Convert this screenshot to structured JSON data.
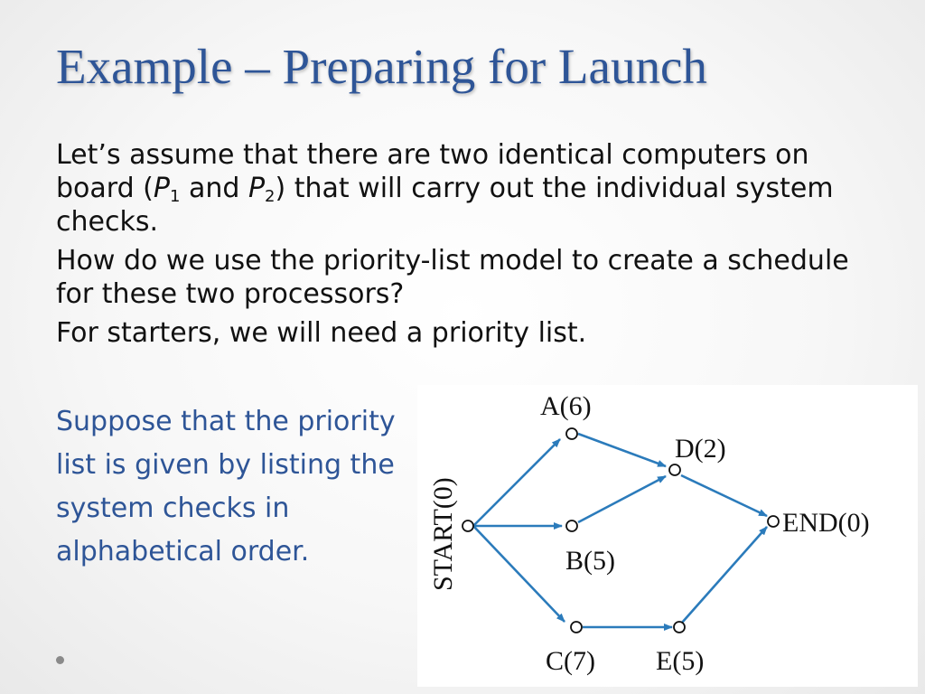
{
  "slide": {
    "title": "Example – Preparing for Launch",
    "paragraph1": {
      "before_p1": "Let’s assume that there are two identical computers on board (",
      "p1_letter": "P",
      "p1_sub": "1",
      "between": " and ",
      "p2_letter": "P",
      "p2_sub": "2",
      "after_p2": ") that will carry out the individual system checks."
    },
    "paragraph2": "How do we use the priority-list model to create a schedule for these two processors?",
    "paragraph3": "For starters, we will need a priority list.",
    "suppose_text": "Suppose that the priority list is given by listing the system checks in alphabetical order."
  },
  "diagram": {
    "nodes": [
      {
        "id": "start",
        "label": "START(0)"
      },
      {
        "id": "a",
        "label": "A(6)"
      },
      {
        "id": "b",
        "label": "B(5)"
      },
      {
        "id": "c",
        "label": "C(7)"
      },
      {
        "id": "d",
        "label": "D(2)"
      },
      {
        "id": "e",
        "label": "E(5)"
      },
      {
        "id": "end",
        "label": "END(0)"
      }
    ],
    "edges": [
      {
        "from": "start",
        "to": "a"
      },
      {
        "from": "start",
        "to": "b"
      },
      {
        "from": "start",
        "to": "c"
      },
      {
        "from": "a",
        "to": "d"
      },
      {
        "from": "b",
        "to": "d"
      },
      {
        "from": "c",
        "to": "e"
      },
      {
        "from": "d",
        "to": "end"
      },
      {
        "from": "e",
        "to": "end"
      }
    ],
    "edge_color": "#2b7bbb"
  },
  "colors": {
    "title": "#2e5597",
    "accent_text": "#2e5597",
    "body_text": "#111111"
  }
}
